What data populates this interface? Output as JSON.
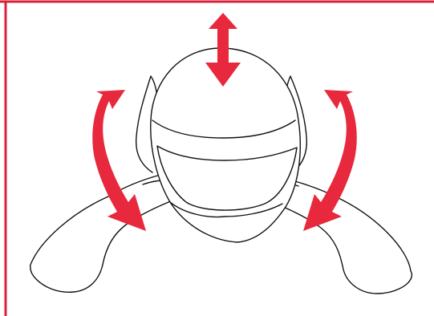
{
  "figure": {
    "subject": "helmet-fitting-diagram",
    "colors": {
      "frame": "#d9203a",
      "arrow": "#e8283c",
      "outline": "#111111",
      "background": "#ffffff"
    },
    "icons": {
      "up_down_arrow": "double-headed-vertical-arrow",
      "left_rotate_arrow": "curved-arrow-left",
      "right_rotate_arrow": "curved-arrow-right"
    }
  }
}
